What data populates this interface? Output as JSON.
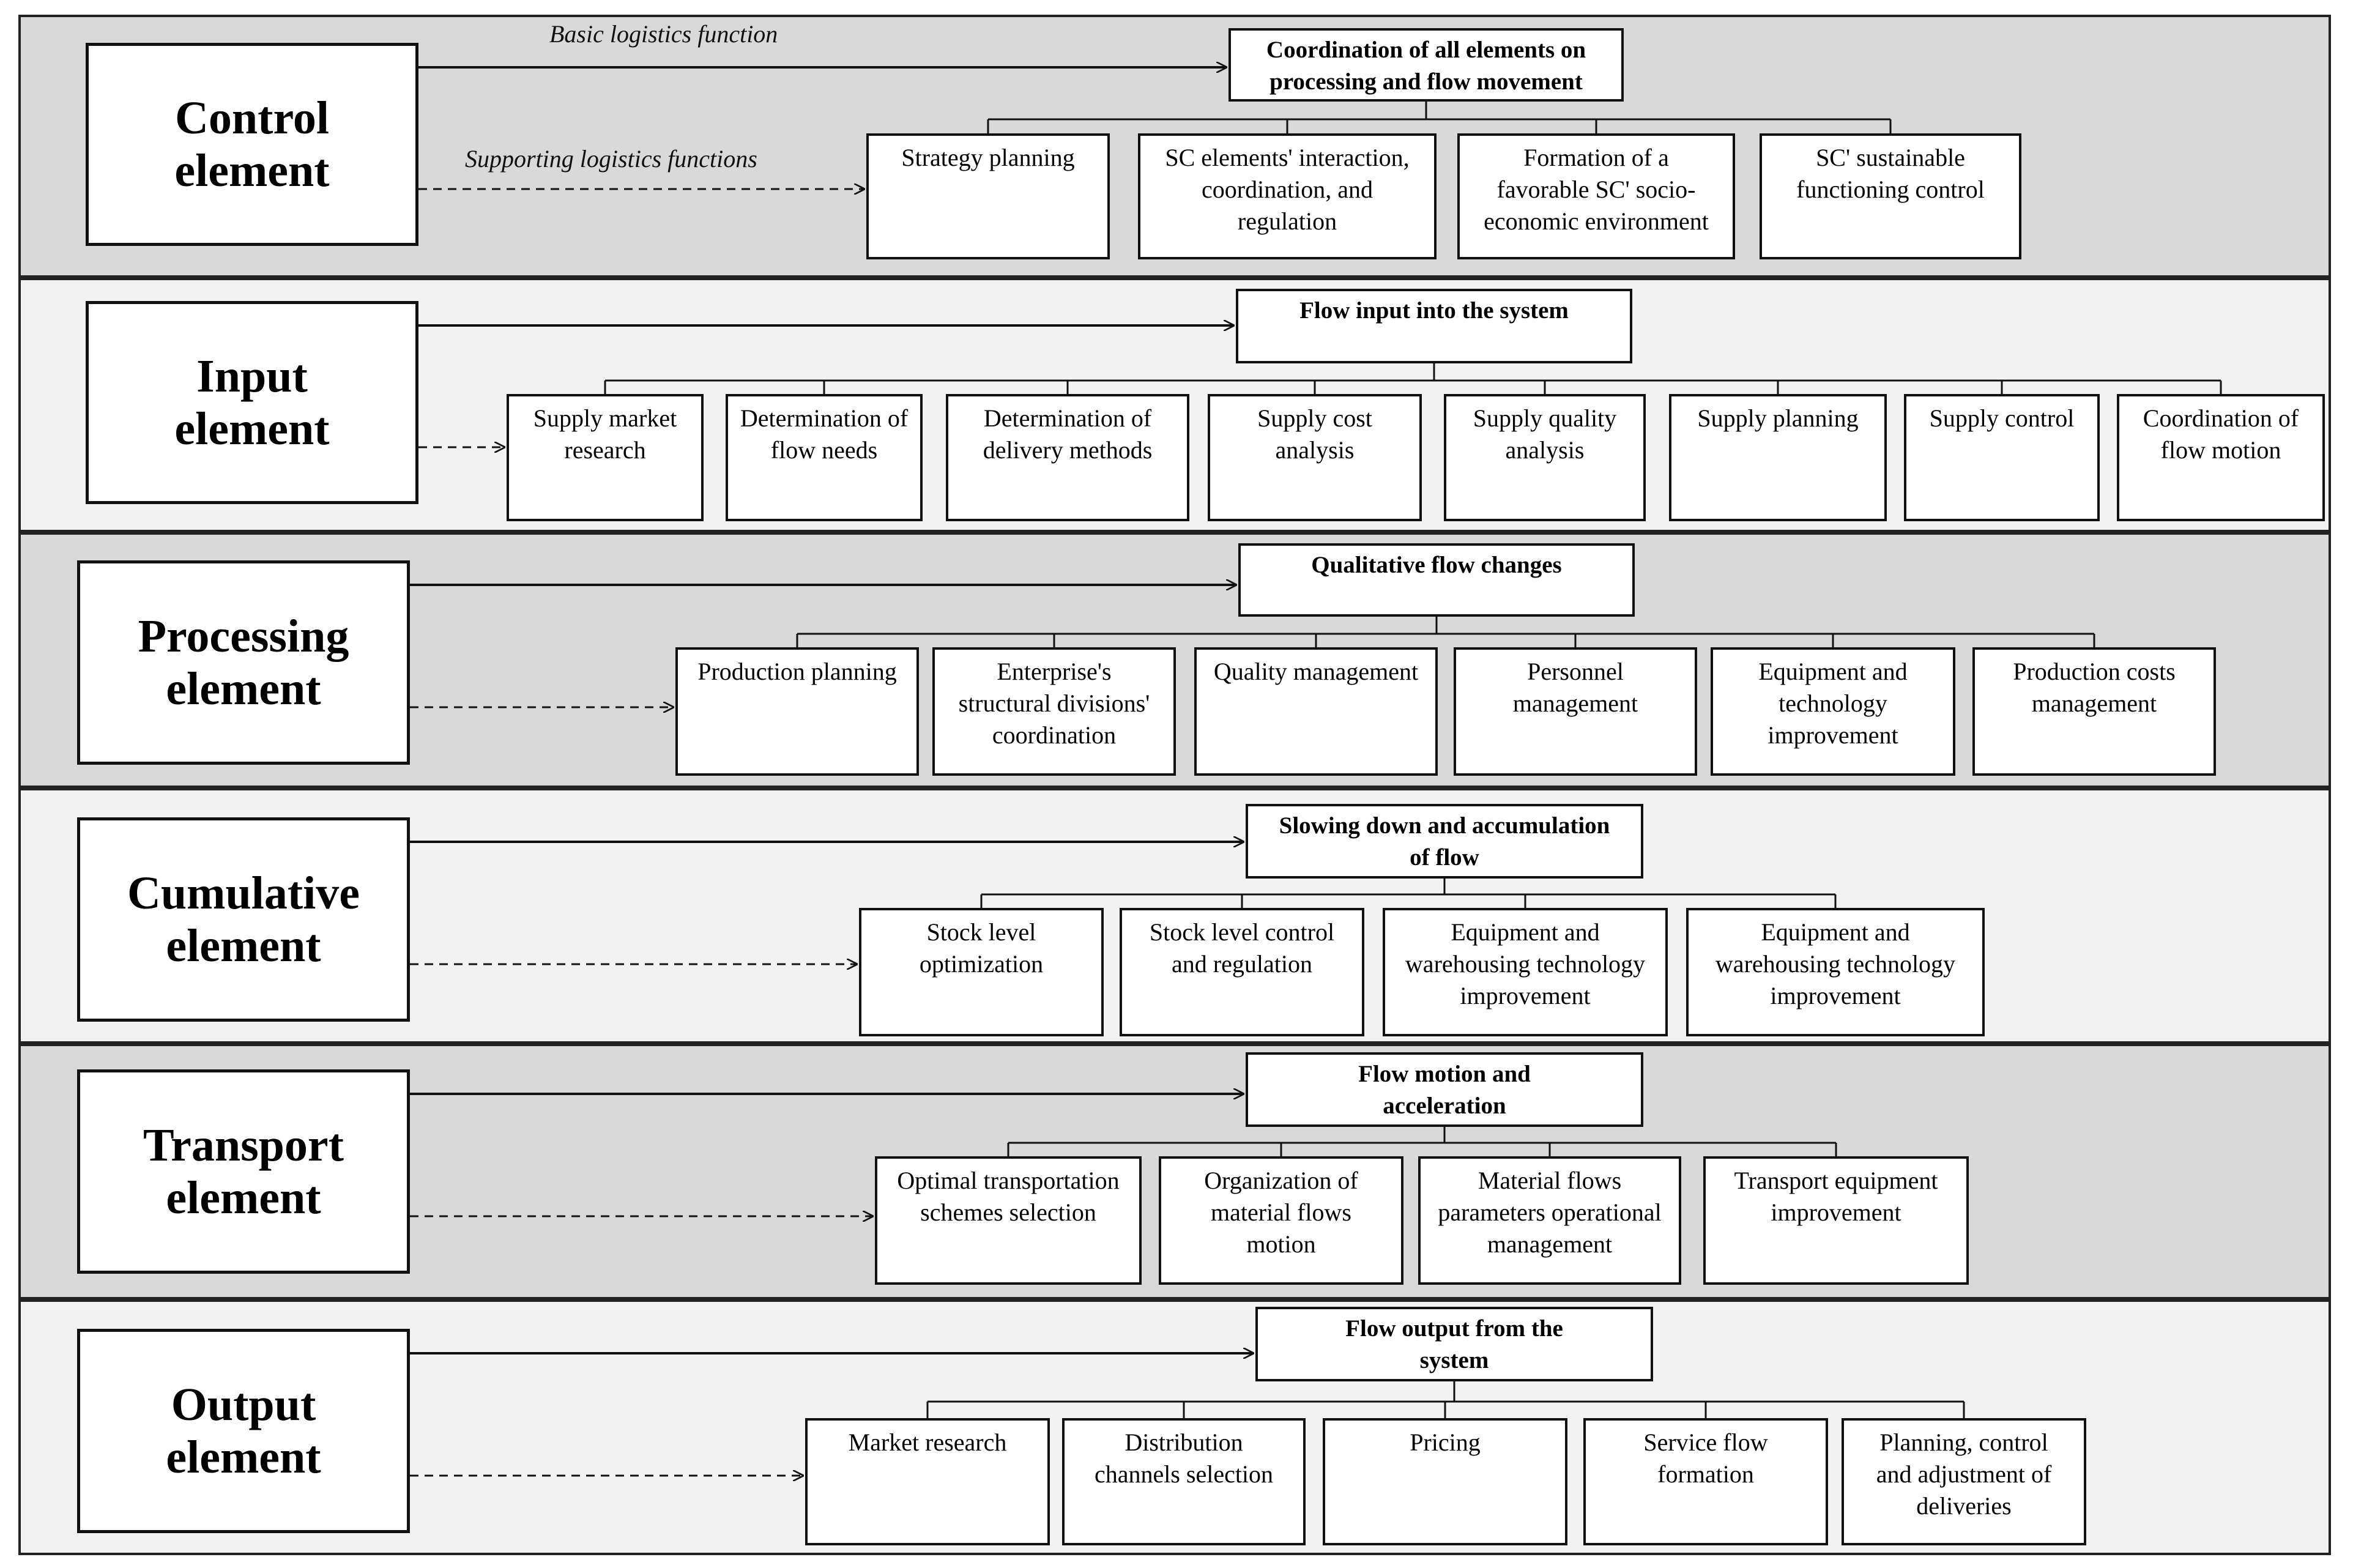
{
  "legend": {
    "basic": "Basic logistics function",
    "supporting": "Supporting logistics functions"
  },
  "colors": {
    "band_dark": "#d9d9d9",
    "band_light": "#f2f2f2",
    "line": "#111111"
  },
  "elements": [
    {
      "name": "Control\nelement",
      "main": "Coordination of all elements on\nprocessing and flow movement",
      "subs": [
        "Strategy planning",
        "SC elements' interaction,\ncoordination, and\nregulation",
        "Formation of a\nfavorable SC' socio-\neconomic environment",
        "SC' sustainable\nfunctioning control"
      ]
    },
    {
      "name": "Input\nelement",
      "main": "Flow input into the system",
      "subs": [
        "Supply market\nresearch",
        "Determination of\nflow needs",
        "Determination of\ndelivery methods",
        "Supply cost\nanalysis",
        "Supply quality\nanalysis",
        "Supply planning",
        "Supply control",
        "Coordination of\nflow motion"
      ]
    },
    {
      "name": "Processing\nelement",
      "main": "Qualitative flow changes",
      "subs": [
        "Production planning",
        "Enterprise's\nstructural divisions'\ncoordination",
        "Quality management",
        "Personnel\nmanagement",
        "Equipment and\ntechnology\nimprovement",
        "Production costs\nmanagement"
      ]
    },
    {
      "name": "Cumulative\nelement",
      "main": "Slowing down and accumulation\nof flow",
      "subs": [
        "Stock level\noptimization",
        "Stock level control\nand regulation",
        "Equipment and\nwarehousing technology\nimprovement",
        "Equipment and\nwarehousing technology\nimprovement"
      ]
    },
    {
      "name": "Transport\nelement",
      "main": "Flow motion and\nacceleration",
      "subs": [
        "Optimal transportation\nschemes selection",
        "Organization of\nmaterial flows\nmotion",
        "Material flows\nparameters operational\nmanagement",
        "Transport equipment\nimprovement"
      ]
    },
    {
      "name": "Output\nelement",
      "main": "Flow output from the\nsystem",
      "subs": [
        "Market research",
        "Distribution\nchannels selection",
        "Pricing",
        "Service flow\nformation",
        "Planning, control\nand adjustment of\ndeliveries"
      ]
    }
  ]
}
